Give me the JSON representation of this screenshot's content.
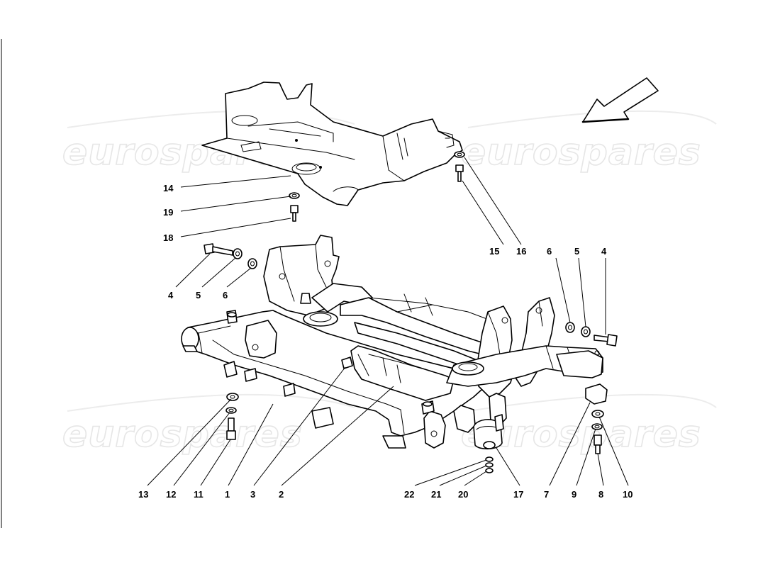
{
  "watermark": {
    "text": "eurospares"
  },
  "callouts": [
    {
      "id": "c14",
      "label": "14"
    },
    {
      "id": "c19",
      "label": "19"
    },
    {
      "id": "c18",
      "label": "18"
    },
    {
      "id": "c15",
      "label": "15"
    },
    {
      "id": "c16",
      "label": "16"
    },
    {
      "id": "c4a",
      "label": "4"
    },
    {
      "id": "c5a",
      "label": "5"
    },
    {
      "id": "c6a",
      "label": "6"
    },
    {
      "id": "c6b",
      "label": "6"
    },
    {
      "id": "c5b",
      "label": "5"
    },
    {
      "id": "c4b",
      "label": "4"
    },
    {
      "id": "c13",
      "label": "13"
    },
    {
      "id": "c12",
      "label": "12"
    },
    {
      "id": "c11",
      "label": "11"
    },
    {
      "id": "c1",
      "label": "1"
    },
    {
      "id": "c3",
      "label": "3"
    },
    {
      "id": "c2",
      "label": "2"
    },
    {
      "id": "c22",
      "label": "22"
    },
    {
      "id": "c21",
      "label": "21"
    },
    {
      "id": "c20",
      "label": "20"
    },
    {
      "id": "c17",
      "label": "17"
    },
    {
      "id": "c7",
      "label": "7"
    },
    {
      "id": "c9",
      "label": "9"
    },
    {
      "id": "c8",
      "label": "8"
    },
    {
      "id": "c10",
      "label": "10"
    }
  ]
}
